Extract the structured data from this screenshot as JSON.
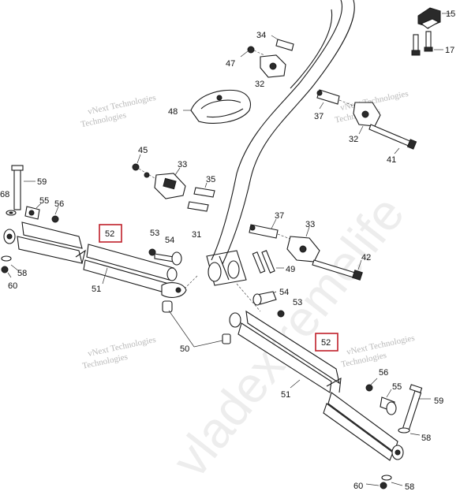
{
  "watermark": {
    "small_line1": "vNext Technologies",
    "small_line2": "Technologies",
    "big": "vladextremelife"
  },
  "callouts": {
    "p34": "34",
    "p47": "47",
    "p32a": "32",
    "p15": "15",
    "p17": "17",
    "p48": "48",
    "p37a": "37",
    "p32b": "32",
    "p41": "41",
    "p45": "45",
    "p33a": "33",
    "p35": "35",
    "p59a": "59",
    "p68": "68",
    "p55a": "55",
    "p56a": "56",
    "p52a": "52",
    "p53a": "53",
    "p54a": "54",
    "p31": "31",
    "p37b": "37",
    "p33b": "33",
    "p42": "42",
    "p58a": "58",
    "p60a": "60",
    "p51a": "51",
    "p49": "49",
    "p54b": "54",
    "p53b": "53",
    "p50": "50",
    "p52b": "52",
    "p51b": "51",
    "p56b": "56",
    "p55b": "55",
    "p59b": "59",
    "p58b": "58",
    "p60b": "60",
    "p58c": "58"
  },
  "colors": {
    "highlight": "#c0202a",
    "line": "#1a1a1a",
    "watermark": "#b9b9b9"
  }
}
